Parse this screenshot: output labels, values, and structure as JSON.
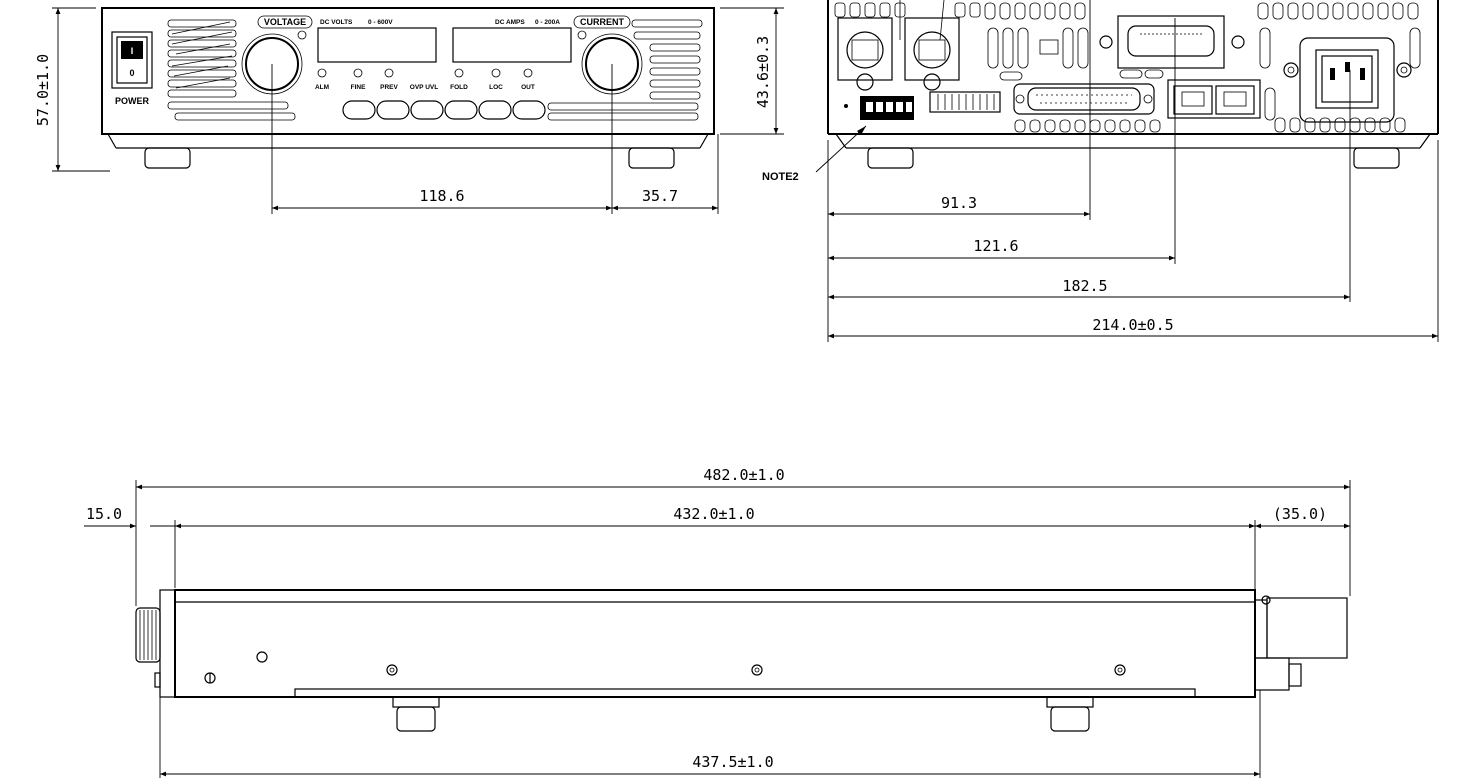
{
  "front_view": {
    "labels": {
      "voltage": "VOLTAGE",
      "current": "CURRENT",
      "power": "POWER",
      "dc_volts": "DC VOLTS",
      "volts_range": "0 - 600V",
      "dc_amps": "DC AMPS",
      "amps_range": "0 - 200A",
      "switch_on": "I",
      "switch_off": "0",
      "buttons": [
        "ALM",
        "FINE",
        "PREV",
        "OVP UVL",
        "FOLD",
        "LOC",
        "OUT"
      ]
    },
    "dimensions": {
      "height_overall": "57.0±1.0",
      "height_body": "43.6±0.3",
      "knob_spacing": "118.6",
      "knob_to_edge": "35.7"
    }
  },
  "rear_view": {
    "note": "NOTE2",
    "dimensions": {
      "d1": "91.3",
      "d2": "121.6",
      "d3": "182.5",
      "width": "214.0±0.5"
    }
  },
  "side_view": {
    "dimensions": {
      "overall_length": "482.0±1.0",
      "body_length": "432.0±1.0",
      "front_offset": "15.0",
      "rear_offset": "(35.0)",
      "bottom_length": "437.5±1.0"
    }
  }
}
